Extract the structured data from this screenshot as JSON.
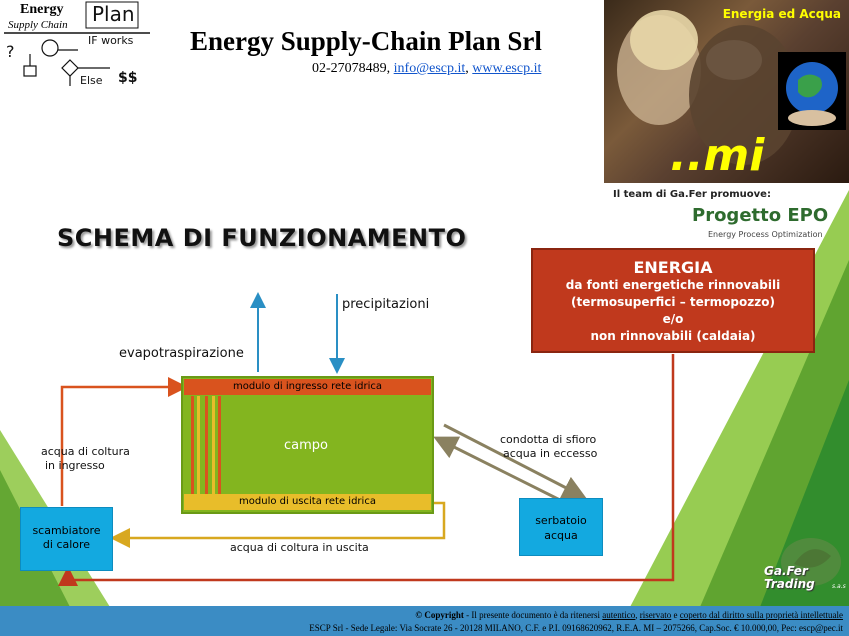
{
  "logo": {
    "energy": "Energy",
    "supply_chain": "Supply Chain",
    "plan": "Plan",
    "if_works": "IF works",
    "else": "Else",
    "dollar": "$$",
    "question": "?"
  },
  "header": {
    "company_title": "Energy Supply-Chain Plan  Srl",
    "phone": "02-27078489, ",
    "email": "info@escp.it",
    "separator": ", ",
    "website": "www.escp.it"
  },
  "photo": {
    "caption": "Energia ed Acqua",
    "overlay": "..mi"
  },
  "promo": {
    "team": "Il team di Ga.Fer promuove:",
    "title": "Progetto EPO",
    "subtitle": "Energy Process Optimization"
  },
  "schema_title": "SCHEMA DI FUNZIONAMENTO",
  "energy_box": {
    "head": "ENERGIA",
    "line1": "da fonti energetiche rinnovabili",
    "line2": "(termosuperfici – termopozzo)",
    "line3": "e/o",
    "line4": "non rinnovabili (caldaia)"
  },
  "diagram": {
    "precipitazioni": "precipitazioni",
    "evapotraspirazione": "evapotraspirazione",
    "modulo_ingresso": "modulo di ingresso rete idrica",
    "campo": "campo",
    "modulo_uscita": "modulo di uscita rete idrica",
    "acqua_ingresso_1": "acqua di coltura",
    "acqua_ingresso_2": "in ingresso",
    "condotta_1": "condotta di sfioro",
    "condotta_2": "acqua in eccesso",
    "scambiatore_1": "scambiatore",
    "scambiatore_2": "di calore",
    "serbatoio_1": "serbatoio",
    "serbatoio_2": "acqua",
    "acqua_uscita": "acqua di coltura  in uscita"
  },
  "footer": {
    "copyright_label": "© Copyright",
    "copyright_text": " - Il presente documento è da ritenersi ",
    "autentico": "autentico",
    "sep1": ", ",
    "riservato": "riservato",
    "sep2": " e ",
    "coperto": "coperto dal diritto sulla proprietà intellettuale",
    "legal": "ESCP Srl - Sede Legale: Via Socrate 26 - 20128  MILANO, C.F. e P.I.  09168620962, R.E.A. MI – 2075266, Cap.Soc. € 10.000,00, Pec: escp@pec.it"
  },
  "gafer": {
    "line1": "Ga.Fer",
    "line2": "Trading",
    "sas": "s.a.s"
  },
  "colors": {
    "accent_green": "#83b51f",
    "energy_red": "#c0391d",
    "blue_box": "#13a9e0",
    "footer_blue": "#3b8cc4"
  }
}
